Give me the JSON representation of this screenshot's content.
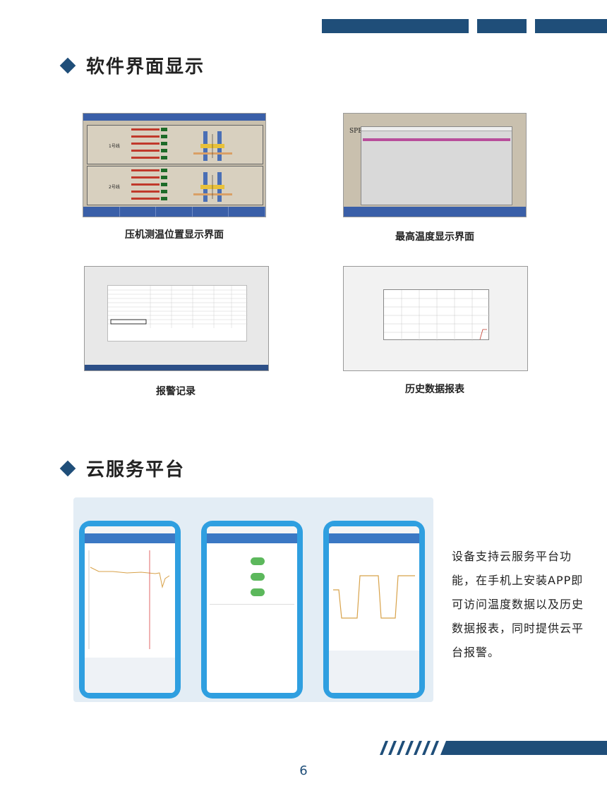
{
  "sections": {
    "software": "软件界面显示",
    "cloud": "云服务平台"
  },
  "captions": {
    "press": "压机测温位置显示界面",
    "max_temp": "最高温度显示界面",
    "alarm": "报警记录",
    "history": "历史数据报表"
  },
  "screens": {
    "line1": "1号线",
    "line2": "2号线",
    "spei": "SPEI"
  },
  "description": "设备支持云服务平台功能，在手机上安装APP即可访问温度数据以及历史数据报表，同时提供云平台报警。",
  "page_number": "6",
  "colors": {
    "navy": "#1f4e79",
    "phone_blue": "#2f9fe0",
    "screen_bar": "#3a5fa8"
  }
}
